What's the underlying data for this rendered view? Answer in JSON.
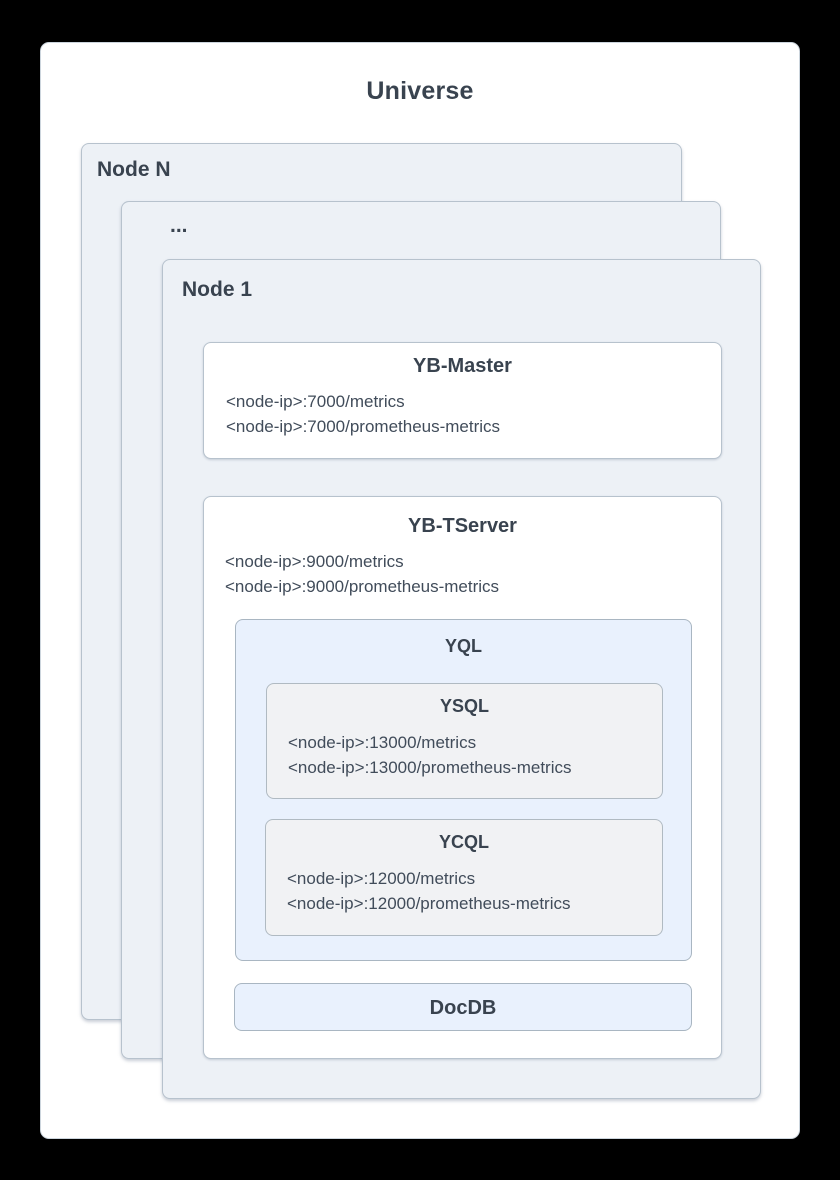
{
  "universe": {
    "title": "Universe",
    "nodes": [
      {
        "label": "Node N"
      },
      {
        "label": "..."
      },
      {
        "label": "Node 1"
      }
    ]
  },
  "yb_master": {
    "title": "YB-Master",
    "lines": [
      "<node-ip>:7000/metrics",
      "<node-ip>:7000/prometheus-metrics"
    ]
  },
  "yb_tserver": {
    "title": "YB-TServer",
    "lines": [
      "<node-ip>:9000/metrics",
      "<node-ip>:9000/prometheus-metrics"
    ]
  },
  "yql": {
    "title": "YQL"
  },
  "ysql": {
    "title": "YSQL",
    "lines": [
      "<node-ip>:13000/metrics",
      "<node-ip>:13000/prometheus-metrics"
    ]
  },
  "ycql": {
    "title": "YCQL",
    "lines": [
      "<node-ip>:12000/metrics",
      "<node-ip>:12000/prometheus-metrics"
    ]
  },
  "docdb": {
    "title": "DocDB"
  },
  "colors": {
    "page_background": "#000000",
    "card_background": "#ffffff",
    "card_border": "#ccd5dd",
    "node_fill": "#edf1f6",
    "node_border": "#b7c2cd",
    "blue_fill": "#e9f1fd",
    "blue_border": "#a9b6c2",
    "gray_fill": "#f1f2f4",
    "gray_border": "#b0bac2",
    "title_text": "#39434f",
    "body_text": "#414c5a"
  }
}
